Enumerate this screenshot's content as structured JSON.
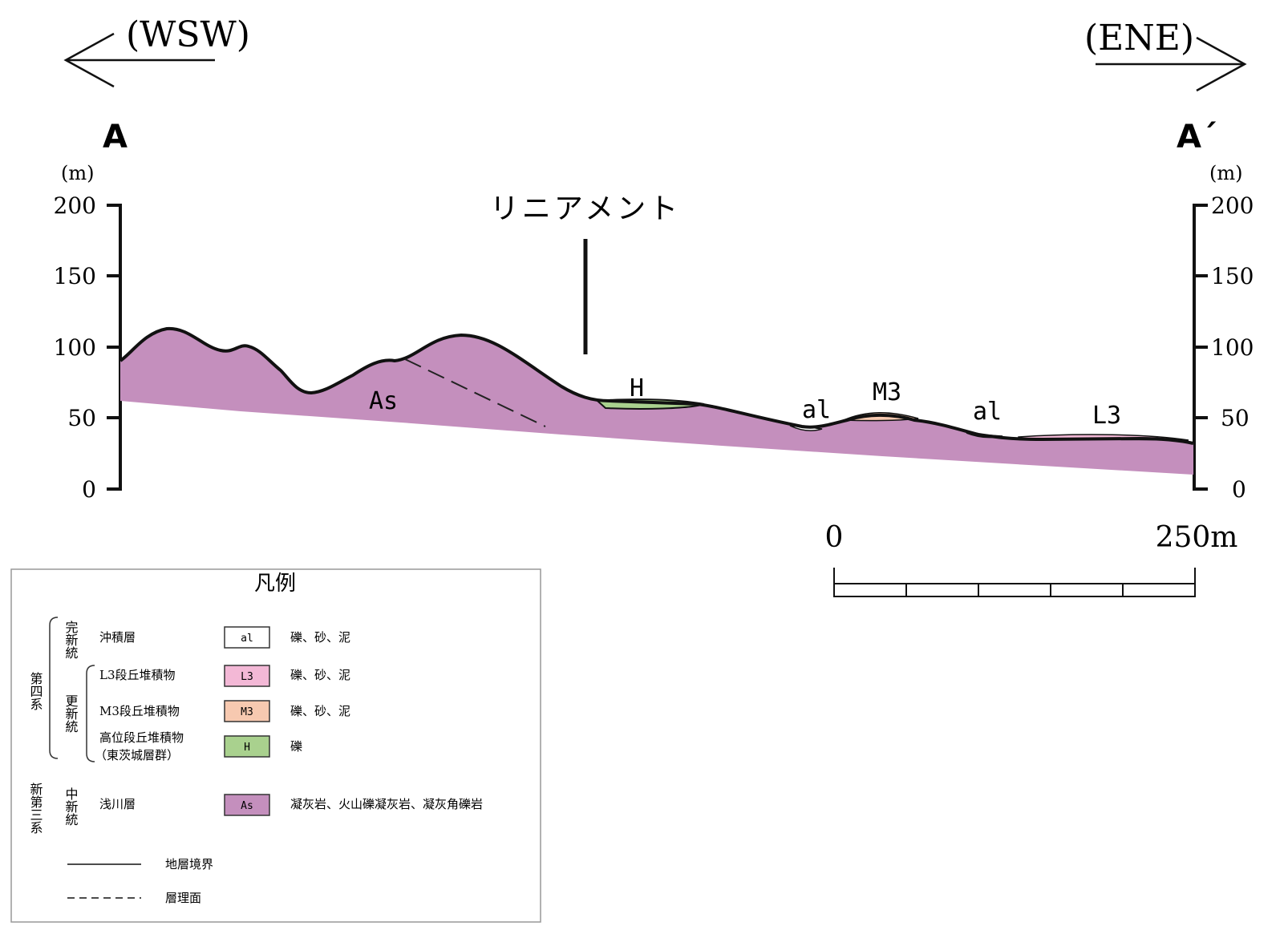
{
  "direction_left": "(WSW)",
  "direction_right": "(ENE)",
  "point_left": "A",
  "point_right": "A´",
  "axis": {
    "unit_left": "(m)",
    "unit_right": "(m)",
    "ticks": [
      "200",
      "150",
      "100",
      "50",
      "0"
    ]
  },
  "lineament_label": "リニアメント",
  "unit_labels": {
    "as": "As",
    "h": "H",
    "al_1": "al",
    "m3": "M3",
    "al_2": "al",
    "l3": "L3"
  },
  "scale": {
    "start": "0",
    "end": "250m"
  },
  "legend": {
    "title": "凡例",
    "system_quaternary": "第四系",
    "system_neogene": "新第三系",
    "series_holocene": "完新統",
    "series_pleistocene": "更新統",
    "series_miocene": "中新統",
    "rows": [
      {
        "name": "沖積層",
        "code": "al",
        "lith": "礫、砂、泥",
        "color": "#ffffff"
      },
      {
        "name": "L3段丘堆積物",
        "code": "L3",
        "lith": "礫、砂、泥",
        "color": "#f3b8d6"
      },
      {
        "name": "M3段丘堆積物",
        "code": "M3",
        "lith": "礫、砂、泥",
        "color": "#f7c9b0"
      },
      {
        "name": "高位段丘堆積物",
        "name2": "（東茨城層群）",
        "code": "H",
        "lith": "礫",
        "color": "#a9d18e"
      },
      {
        "name": "浅川層",
        "code": "As",
        "lith": "凝灰岩、火山礫凝灰岩、凝灰角礫岩",
        "color": "#c48fbd"
      }
    ],
    "line_boundary": "地層境界",
    "line_bedding": "層理面"
  },
  "colors": {
    "as_fill": "#c48fbd",
    "h_fill": "#a9d18e",
    "m3_fill": "#f7c9b0",
    "l3_fill": "#f3b8d6"
  }
}
